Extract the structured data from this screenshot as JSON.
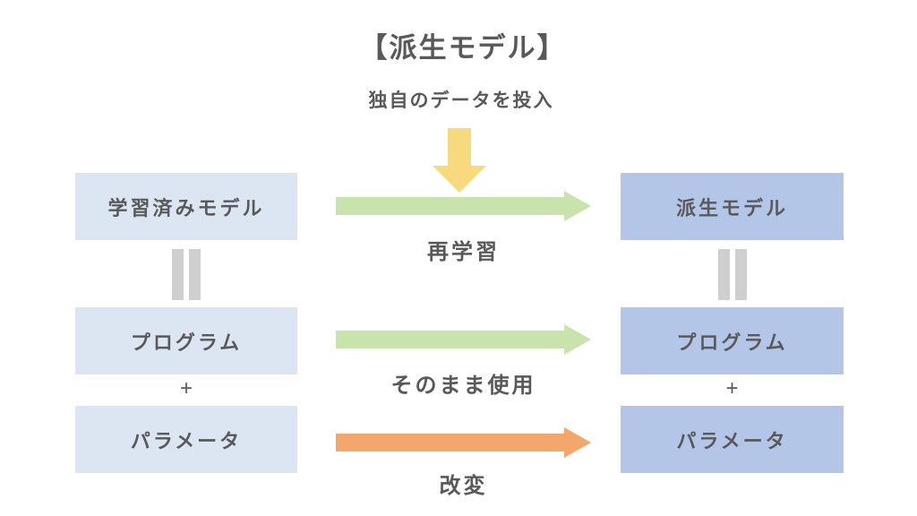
{
  "title": "【派生モデル】",
  "subtitle": "独自のデータを投入",
  "colors": {
    "text-color": "#595959",
    "left-box-bg": "#dce5f2",
    "right-box-bg": "#b4c6e7",
    "green-arrow": "#c9e3ad",
    "orange-arrow": "#f3a76d",
    "yellow-arrow": "#f8da7e",
    "equals-bar": "#cfcfcf"
  },
  "left_column": {
    "model_label": "学習済みモデル",
    "program_label": "プログラム",
    "parameter_label": "パラメータ",
    "plus": "+"
  },
  "right_column": {
    "model_label": "派生モデル",
    "program_label": "プログラム",
    "parameter_label": "パラメータ",
    "plus": "+"
  },
  "flows": {
    "retrain_label": "再学習",
    "reuse_label": "そのまま使用",
    "modify_label": "改変"
  }
}
